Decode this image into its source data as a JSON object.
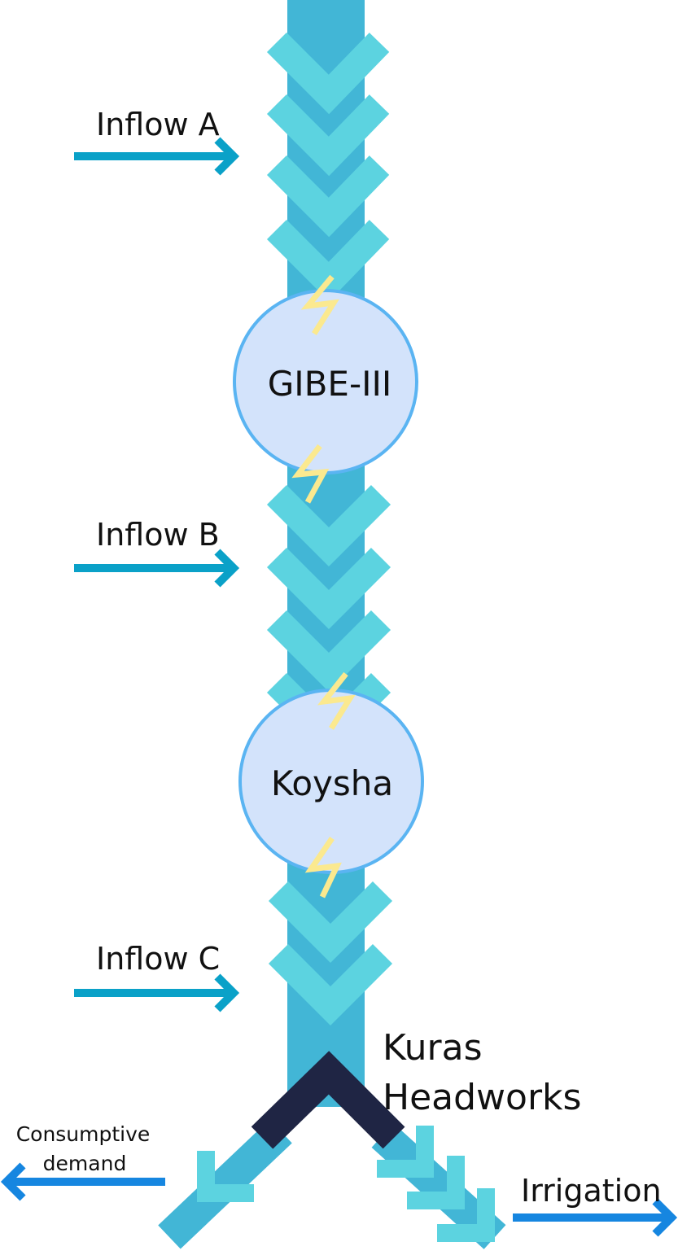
{
  "colors": {
    "river": "#42b6d6",
    "chevron": "#5cd3e0",
    "reservoir_fill": "#d3e3fb",
    "reservoir_stroke": "#5ab4f2",
    "inflow_arrow": "#0aa1c8",
    "outflow_arrow": "#1686e0",
    "headworks": "#1f2544",
    "lightning": "#fbe98f"
  },
  "inflows": [
    {
      "label": "Inflow A"
    },
    {
      "label": "Inflow B"
    },
    {
      "label": "Inflow C"
    }
  ],
  "reservoirs": [
    {
      "label": "GIBE-III",
      "icon": "lightning-icon"
    },
    {
      "label": "Koysha",
      "icon": "lightning-icon"
    }
  ],
  "headworks": {
    "line1": "Kuras",
    "line2": "Headworks"
  },
  "outflows": {
    "consumptive": {
      "line1": "Consumptive",
      "line2": "demand"
    },
    "irrigation": {
      "label": "Irrigation"
    }
  }
}
